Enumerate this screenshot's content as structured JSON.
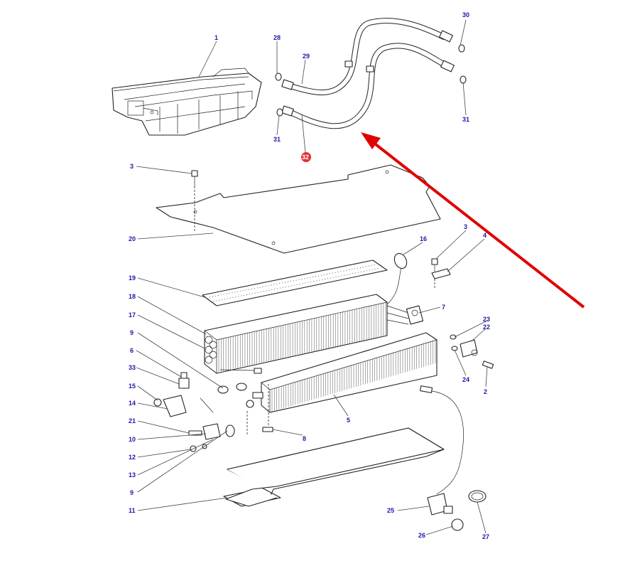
{
  "diagram": {
    "callouts": [
      {
        "id": "c1",
        "text": "1"
      },
      {
        "id": "c28",
        "text": "28"
      },
      {
        "id": "c29",
        "text": "29"
      },
      {
        "id": "c30",
        "text": "30"
      },
      {
        "id": "c31a",
        "text": "31"
      },
      {
        "id": "c31b",
        "text": "31"
      },
      {
        "id": "c32",
        "text": "32"
      },
      {
        "id": "c3a",
        "text": "3"
      },
      {
        "id": "c20",
        "text": "20"
      },
      {
        "id": "c16",
        "text": "16"
      },
      {
        "id": "c3b",
        "text": "3"
      },
      {
        "id": "c4",
        "text": "4"
      },
      {
        "id": "c19",
        "text": "19"
      },
      {
        "id": "c18",
        "text": "18"
      },
      {
        "id": "c7",
        "text": "7"
      },
      {
        "id": "c17",
        "text": "17"
      },
      {
        "id": "c23",
        "text": "23"
      },
      {
        "id": "c22",
        "text": "22"
      },
      {
        "id": "c9a",
        "text": "9"
      },
      {
        "id": "c6",
        "text": "6"
      },
      {
        "id": "c24",
        "text": "24"
      },
      {
        "id": "c33",
        "text": "33"
      },
      {
        "id": "c2",
        "text": "2"
      },
      {
        "id": "c15",
        "text": "15"
      },
      {
        "id": "c14",
        "text": "14"
      },
      {
        "id": "c5",
        "text": "5"
      },
      {
        "id": "c21",
        "text": "21"
      },
      {
        "id": "c10",
        "text": "10"
      },
      {
        "id": "c8",
        "text": "8"
      },
      {
        "id": "c12",
        "text": "12"
      },
      {
        "id": "c13",
        "text": "13"
      },
      {
        "id": "c9b",
        "text": "9"
      },
      {
        "id": "c11",
        "text": "11"
      },
      {
        "id": "c25",
        "text": "25"
      },
      {
        "id": "c26",
        "text": "26"
      },
      {
        "id": "c27",
        "text": "27"
      }
    ],
    "highlight": {
      "callout": "c32",
      "color": "#e03030"
    },
    "arrow_color": "#e00000",
    "label_color": "#1a1aa8"
  }
}
